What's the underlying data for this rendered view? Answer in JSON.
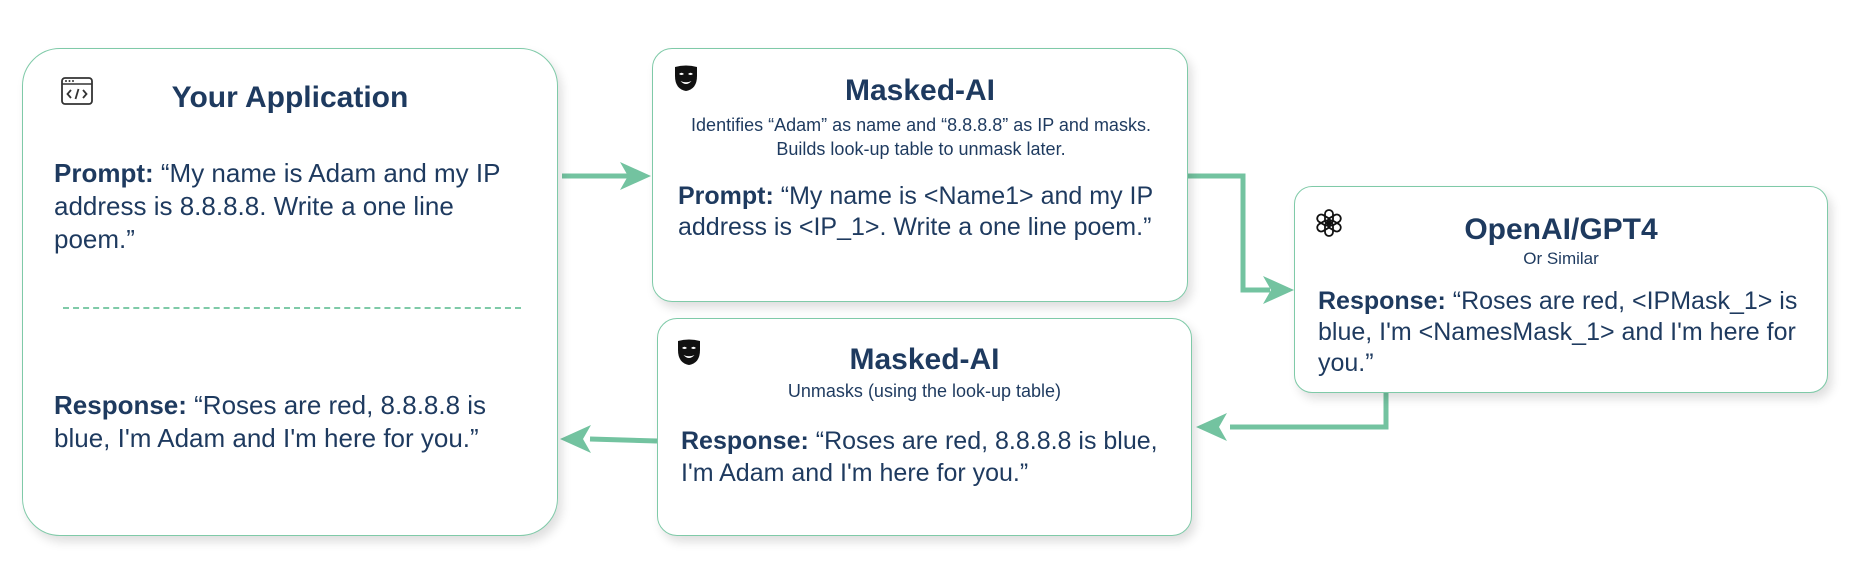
{
  "app_box": {
    "title": "Your Application",
    "prompt_label": "Prompt:",
    "prompt_text": " “My name is Adam and my IP address is 8.8.8.8. Write a one line poem.”",
    "response_label": "Response:",
    "response_text": " “Roses are red, 8.8.8.8 is blue, I'm Adam and I'm here for you.”"
  },
  "mask_box": {
    "title": "Masked-AI",
    "description": "Identifies “Adam” as name and “8.8.8.8” as IP and masks. Builds look-up table to unmask later.",
    "prompt_label": "Prompt:",
    "prompt_text": " “My name is <Name1> and my IP address is <IP_1>. Write a one line poem.”"
  },
  "llm_box": {
    "title": "OpenAI/GPT4",
    "subtitle": "Or Similar",
    "response_label": "Response:",
    "response_text": " “Roses are red, <IPMask_1> is blue, I'm <NamesMask_1> and I'm here for you.”"
  },
  "unmask_box": {
    "title": "Masked-AI",
    "description": "Unmasks (using the look-up table)",
    "response_label": "Response:",
    "response_text": " “Roses are red, 8.8.8.8 is blue, I'm Adam and I'm here for you.”"
  },
  "colors": {
    "accent": "#7fcaa8",
    "text": "#1e3a5f"
  },
  "icons": [
    "code-window-icon",
    "mask-icon",
    "openai-logo-icon",
    "mask-icon"
  ]
}
